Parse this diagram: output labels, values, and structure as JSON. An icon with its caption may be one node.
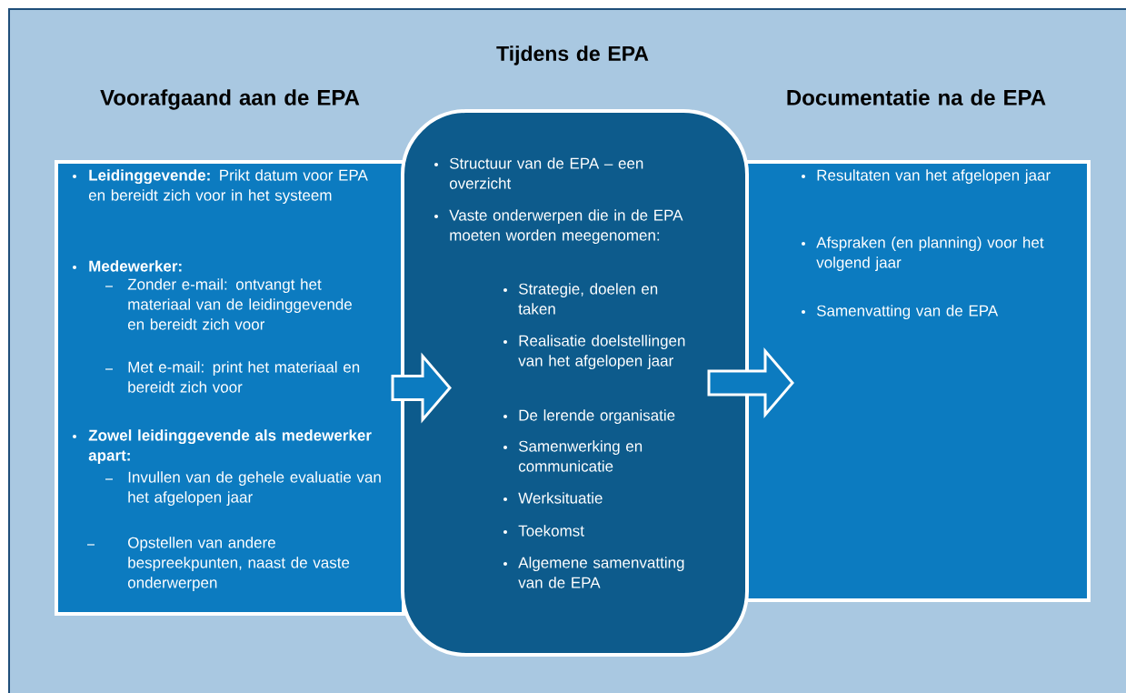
{
  "diagram": {
    "nodes": [
      {
        "text": [
          "Voorafgaand aan de EPA",
          "**Leidinggevende:** Prikt datum voor EPA en bereidt zich voor in het systeem",
          "Medewerker:",
          "Zonder e-mail: ontvangt het materiaal van de leidinggevende en bereidt zich voor",
          "Met e-mail: print het materiaal en bereidt zich voor",
          "Zowel leidinggevende als medewerker apart:",
          "Invullen van de gehele evaluatie van het afgelopen jaar",
          "Opstellen van andere bespreekpunten, naast de vaste onderwerpen"
        ]
      },
      {
        "text": [
          "Tijdens de EPA",
          "Structuur van de EPA – een overzicht",
          "Vaste onderwerpen die in de EPA moeten worden meegenomen:",
          "Strategie, doelen en taken",
          "Realisatie doelstellingen van het afgelopen jaar",
          "De lerende organisatie",
          "Samenwerking en communicatie",
          "Werksituatie",
          "Toekomst",
          "Algemene samenvatting van de EPA"
        ]
      },
      {
        "text": [
          "Documentatie na de EPA",
          "Resultaten van het afgelopen jaar",
          "Afspraken (en planning) voor het volgend jaar",
          "Samenvatting van de EPA"
        ]
      }
    ],
    "edges": [
      {
        "from": 0,
        "to": 1,
        "arrow": "to"
      },
      {
        "from": 1,
        "to": 2,
        "arrow": "to"
      }
    ]
  }
}
